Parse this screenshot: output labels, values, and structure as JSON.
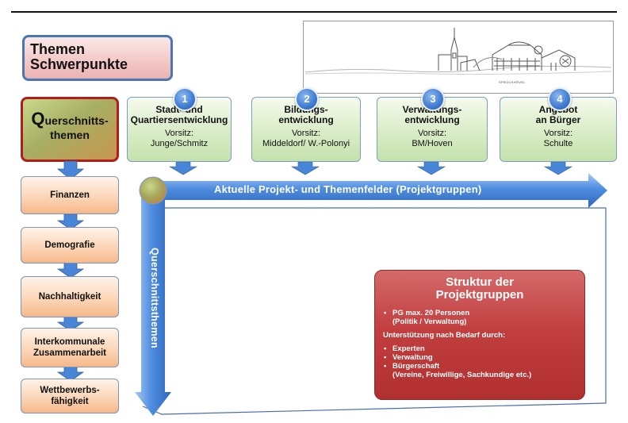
{
  "title": [
    "Themen",
    "Schwerpunkte"
  ],
  "logo": {
    "caption": "SPROCKHÖVEL"
  },
  "cross_topics": {
    "heading_initial": "Q",
    "heading_rest": "uerschnitts-",
    "heading_line2": "themen",
    "items": [
      {
        "lines": [
          "Finanzen"
        ]
      },
      {
        "lines": [
          "Demografie"
        ]
      },
      {
        "lines": [
          "Nachhaltigkeit"
        ]
      },
      {
        "lines": [
          "Interkommunale",
          "Zusammenarbeit"
        ]
      },
      {
        "lines": [
          "Wettbewerbs-",
          "fähigkeit"
        ]
      }
    ]
  },
  "topics": [
    {
      "number": "1",
      "title": [
        "Stadt- und",
        "Quartiersentwicklung"
      ],
      "chair": [
        "Vorsitz:",
        "Junge/Schmitz"
      ]
    },
    {
      "number": "2",
      "title": [
        "Bildungs-",
        "entwicklung"
      ],
      "chair": [
        "Vorsitz:",
        "Middeldorf/ W.-Polonyi"
      ]
    },
    {
      "number": "3",
      "title": [
        "Verwaltungs-",
        "entwicklung"
      ],
      "chair": [
        "Vorsitz:",
        "BM/Hoven"
      ]
    },
    {
      "number": "4",
      "title": [
        "Angebot",
        "an Bürger"
      ],
      "chair": [
        "Vorsitz:",
        "Schulte"
      ]
    }
  ],
  "banner_label": "Aktuelle Projekt- und Themenfelder  (Projektgruppen)",
  "vertical_label": "Querschnittsthemen",
  "structure": {
    "title": [
      "Struktur der",
      "Projektgruppen"
    ],
    "pg_item": [
      "PG max. 20 Personen",
      "(Politik / Verwaltung)"
    ],
    "support_heading": "Unterstützung nach Bedarf durch:",
    "support_items": [
      "Experten",
      "Verwaltung",
      "Bürgerschaft"
    ],
    "support_note": "(Vereine, Freiwillige, Sachkundige etc.)"
  },
  "colors": {
    "arrow_blue": "#3f7ed6",
    "cross_border": "#b01d1d",
    "red_box": "#c23f3f",
    "green_box": "#d9ecc6",
    "side_box": "#fbd3b3"
  }
}
